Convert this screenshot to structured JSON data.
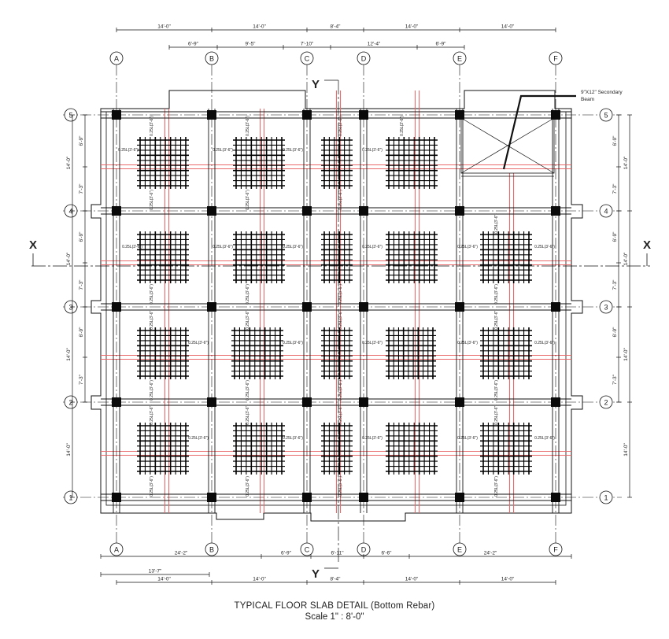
{
  "drawing": {
    "title": "TYPICAL FLOOR SLAB DETAIL (Bottom Rebar)",
    "scale": "Scale 1\" : 8'-0\"",
    "grid_columns": [
      "A",
      "B",
      "C",
      "D",
      "E",
      "F"
    ],
    "grid_rows": [
      "5",
      "4",
      "3",
      "2",
      "1"
    ],
    "section_markers": {
      "x_left": "X",
      "x_right": "X",
      "y_top": "Y",
      "y_bottom": "Y"
    },
    "secondary_beam_note": [
      "9\"X12\" Secondary",
      "Beam"
    ],
    "dims_top_outer": [
      "14'-0\"",
      "14'-0\"",
      "8'-4\"",
      "14'-0\"",
      "14'-0\""
    ],
    "dims_top_inner": [
      "6'-9\"",
      "9'-5\"",
      "7'-10\"",
      "12'-4\"",
      "6'-9\""
    ],
    "dims_bottom_inner": [
      "24'-2\"",
      "6'-9\"",
      "6'-11\"",
      "6'-6\"",
      "24'-2\""
    ],
    "dims_bottom_offset": "13'-7\"",
    "dims_bottom_outer": [
      "14'-0\"",
      "14'-0\"",
      "8'-4\"",
      "14'-0\"",
      "14'-0\""
    ],
    "dims_left_outer": [
      "14'-0\"",
      "14'-0\"",
      "14'-0\"",
      "14'-0\""
    ],
    "dims_left_inner": [
      "6'-9\"",
      "7'-3\"",
      "6'-9\"",
      "7'-3\"",
      "6'-9\"",
      "7'-3\""
    ],
    "dims_right_outer": [
      "14'-0\"",
      "14'-0\"",
      "14'-0\"",
      "14'-0\""
    ],
    "dims_right_inner": [
      "6'-9\"",
      "7'-3\"",
      "6'-9\"",
      "7'-3\"",
      "6'-9\"",
      "7'-3\""
    ],
    "rebar_label_h": "0.25L(3'-6\")",
    "rebar_label_v": "0.25L(3'-6\")",
    "colors": {
      "line": "#111111",
      "rebar_red": "#e86a6a",
      "column": "#0a0a0a",
      "mesh": "#000000"
    }
  }
}
